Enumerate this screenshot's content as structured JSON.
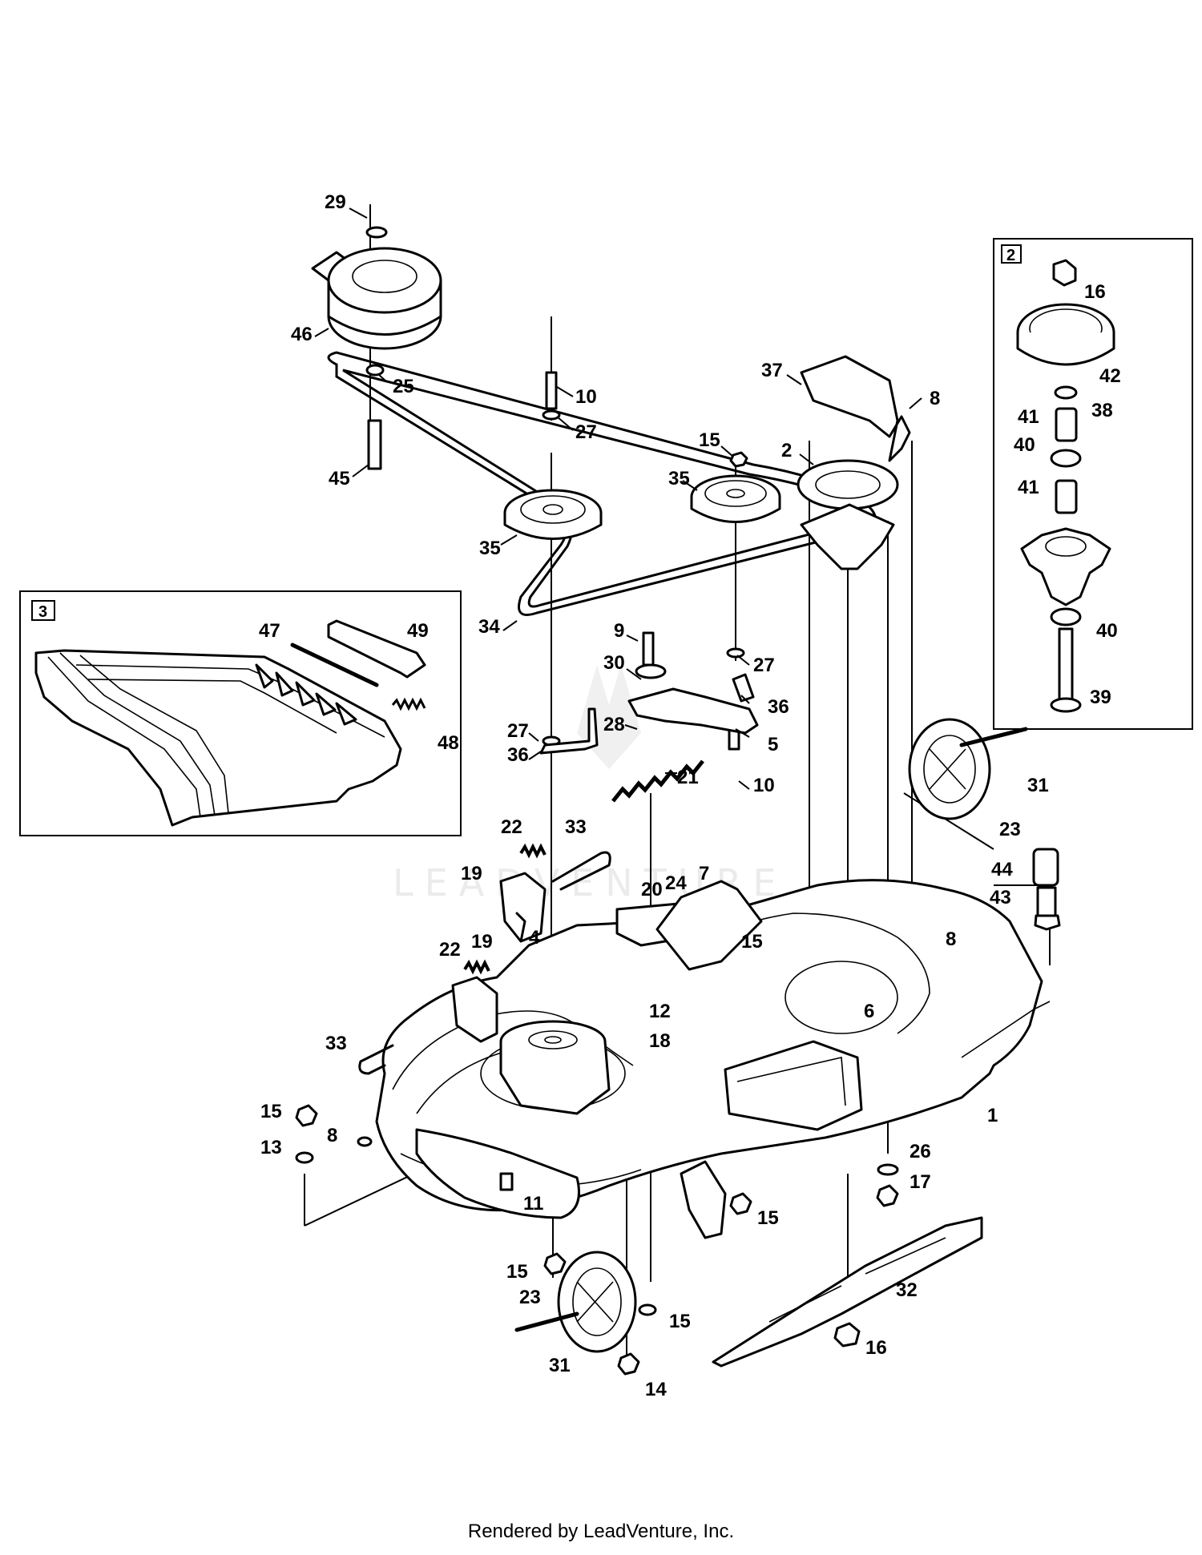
{
  "watermark": "LEADVENTURE",
  "credit": "Rendered by LeadVenture, Inc.",
  "insets": {
    "inset2": "2",
    "inset3": "3"
  },
  "callouts": {
    "c29": "29",
    "c46": "46",
    "c25": "25",
    "c45": "45",
    "c10a": "10",
    "c27a": "27",
    "c15a": "15",
    "c35a": "35",
    "c2": "2",
    "c37": "37",
    "c8a": "8",
    "c35b": "35",
    "c34": "34",
    "c9": "9",
    "c30": "30",
    "c27b": "27",
    "c36a": "36",
    "c27c": "27",
    "c36b": "36",
    "c28": "28",
    "c5": "5",
    "c21": "21",
    "c10b": "10",
    "c16a": "16",
    "c42": "42",
    "c38": "38",
    "c41a": "41",
    "c40a": "40",
    "c41b": "41",
    "c40b": "40",
    "c39": "39",
    "c47": "47",
    "c49": "49",
    "c48": "48",
    "c31a": "31",
    "c23a": "23",
    "c44": "44",
    "c43": "43",
    "c22a": "22",
    "c33a": "33",
    "c19a": "19",
    "c7": "7",
    "c24": "24",
    "c20": "20",
    "c4": "4",
    "c15b": "15",
    "c8b": "8",
    "c22b": "22",
    "c19b": "19",
    "c12": "12",
    "c6": "6",
    "c18": "18",
    "c33b": "33",
    "c15c": "15",
    "c8c": "8",
    "c13": "13",
    "c1": "1",
    "c26": "26",
    "c17": "17",
    "c11": "11",
    "c15d": "15",
    "c15e": "15",
    "c23b": "23",
    "c32": "32",
    "c15f": "15",
    "c31b": "31",
    "c16b": "16",
    "c14": "14"
  }
}
